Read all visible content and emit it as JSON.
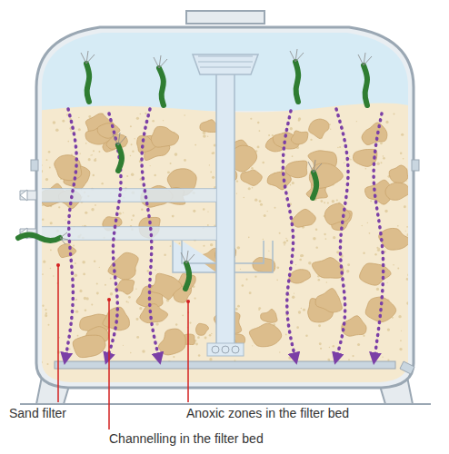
{
  "diagram": {
    "labels": [
      "Sand filter",
      "Anoxic zones in the filter bed",
      "Channelling in the filter bed"
    ]
  }
}
